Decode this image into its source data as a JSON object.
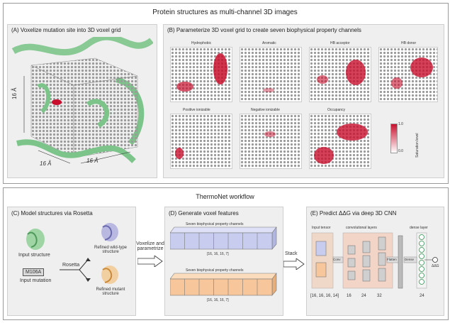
{
  "top": {
    "title": "Protein structures as multi-channel 3D images",
    "panel_a": {
      "label": "(A)  Voxelize mutation site into 3D voxel grid",
      "dim_left": "16 Å",
      "dim_bottom": "16 Å",
      "dim_right": "16 Å"
    },
    "panel_b": {
      "label": "(B)  Parameterize 3D voxel grid to create seven biophysical property channels",
      "channels": [
        "Hydrophobic",
        "Aromatic",
        "HB acceptor",
        "HB donor",
        "Positive ionizable",
        "Negative ionizable",
        "Occupancy"
      ],
      "colorbar": {
        "max": "1.0",
        "min": "0.0",
        "title": "Saturation level",
        "color_max": "#c8102e",
        "color_min": "#ffffff"
      }
    }
  },
  "bottom": {
    "title": "ThermoNet workflow",
    "panel_c": {
      "label": "(C)  Model structures via Rosetta",
      "input_structure": "Input structure",
      "mutation_box": "M106A",
      "input_mutation": "Input mutation",
      "rosetta": "Rosetta",
      "refined_wt": "Refined wild-type structure",
      "refined_mut": "Refined mutant structure"
    },
    "arrow_voxelize": "Voxelize and parametrize",
    "panel_d": {
      "label": "(D)  Generate voxel features",
      "top_caption": "Seven biophysical property channels",
      "top_shape": "[16, 16, 16, 7]",
      "bottom_caption": "Seven biophysical property channels",
      "bottom_shape": "[16, 16, 16, 7]",
      "color_top": "#c8cdf0",
      "color_bottom": "#f7c79b"
    },
    "arrow_stack": "Stack",
    "panel_e": {
      "label": "(E)  Predict ΔΔG via deep 3D CNN",
      "input_tensor": "Input tensor",
      "conv_layers": "convolutional layers",
      "dense_layer": "dense layer",
      "conv_op": "Conv",
      "flatten_op": "Flatten",
      "dense_op": "Dense",
      "output": "ΔΔG",
      "input_shape": "[16, 16, 16, 14]",
      "n1": "16",
      "n2": "24",
      "n3": "32",
      "n4": "24"
    }
  }
}
